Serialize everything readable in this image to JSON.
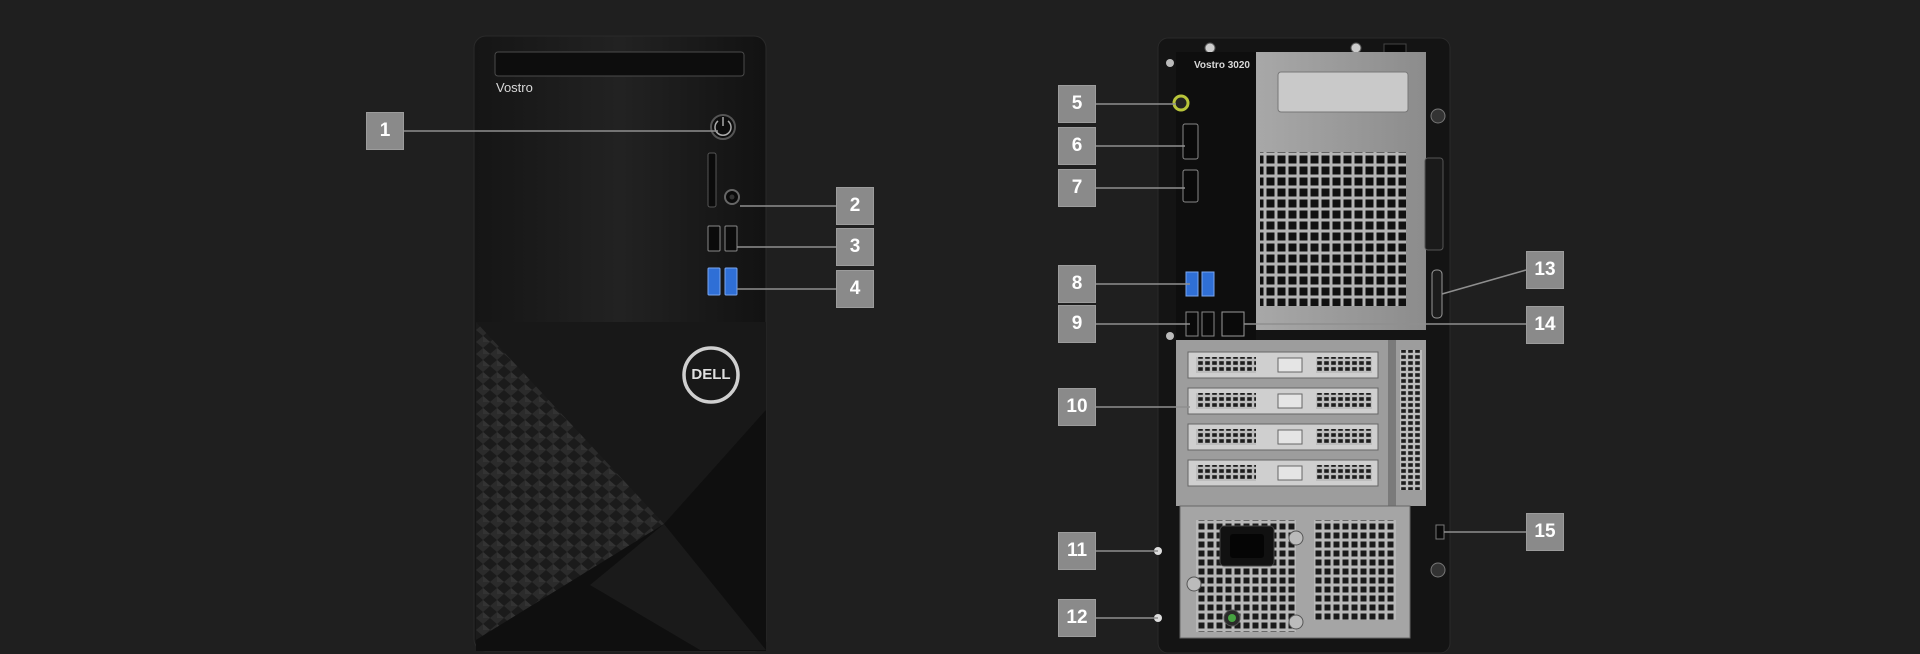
{
  "front": {
    "brand_label": "Vostro",
    "logo_text": "DELL"
  },
  "rear": {
    "model_label": "Vostro 3020"
  },
  "callouts": [
    "1",
    "2",
    "3",
    "4",
    "5",
    "6",
    "7",
    "8",
    "9",
    "10",
    "11",
    "12",
    "13",
    "14",
    "15"
  ],
  "colors": {
    "background": "#1f1f1f",
    "chassis": "#161616",
    "callout_box": "#8a8a8a",
    "usb3_blue": "#2f6fd6",
    "audio_green": "#b8c43a",
    "rear_panel_metal": "#9a9a9a"
  }
}
